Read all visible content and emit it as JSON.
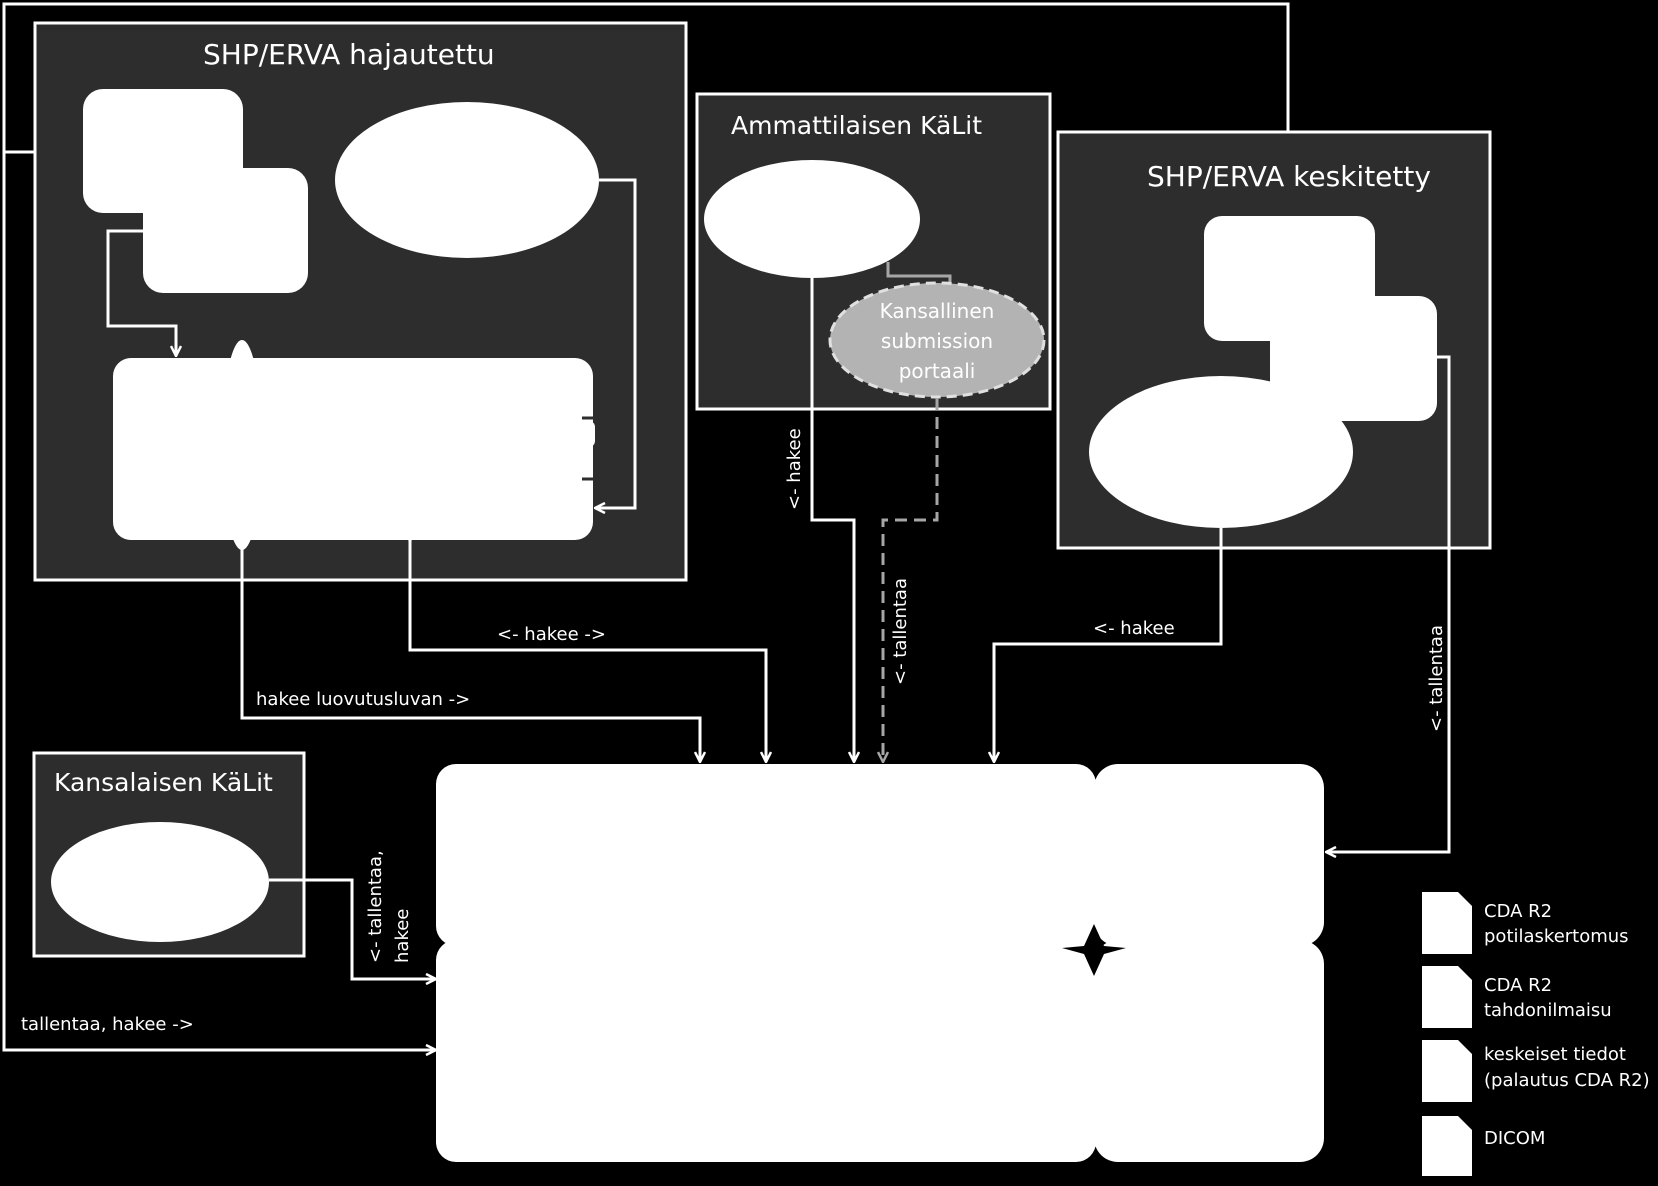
{
  "colors": {
    "background": "#000000",
    "panel": "#2d2d2d",
    "node": "#ffffff",
    "portal": "#b3b3b3",
    "dashed_line": "#a6a6a6"
  },
  "panels": {
    "hajautettu": "SHP/ERVA hajautettu",
    "ammattilaisen": "Ammattilaisen KäLit",
    "keskitetty": "SHP/ERVA keskitetty",
    "kansalaisen": "Kansalaisen KäLit"
  },
  "portal": {
    "line1": "Kansallinen",
    "line2": "submission",
    "line3": "portaali"
  },
  "edges": {
    "hakee_bidir": "<- hakee ->",
    "hakee_luovutusluvan": "hakee luovutusluvan ->",
    "hakee_ammattilainen": "<- hakee",
    "tallentaa_portal": "<- tallentaa",
    "hakee_keskitetty": "<- hakee",
    "tallentaa_keskitetty": "<- tallentaa",
    "kansalainen_line1": "<- tallentaa,",
    "kansalainen_line2": "hakee",
    "tallentaa_hakee": "tallentaa, hakee ->"
  },
  "legend": [
    {
      "line1": "CDA R2",
      "line2": "potilaskertomus"
    },
    {
      "line1": "CDA R2",
      "line2": "tahdonilmaisu"
    },
    {
      "line1": "keskeiset tiedot",
      "line2": "(palautus CDA R2)"
    },
    {
      "line1": "DICOM",
      "line2": ""
    }
  ]
}
